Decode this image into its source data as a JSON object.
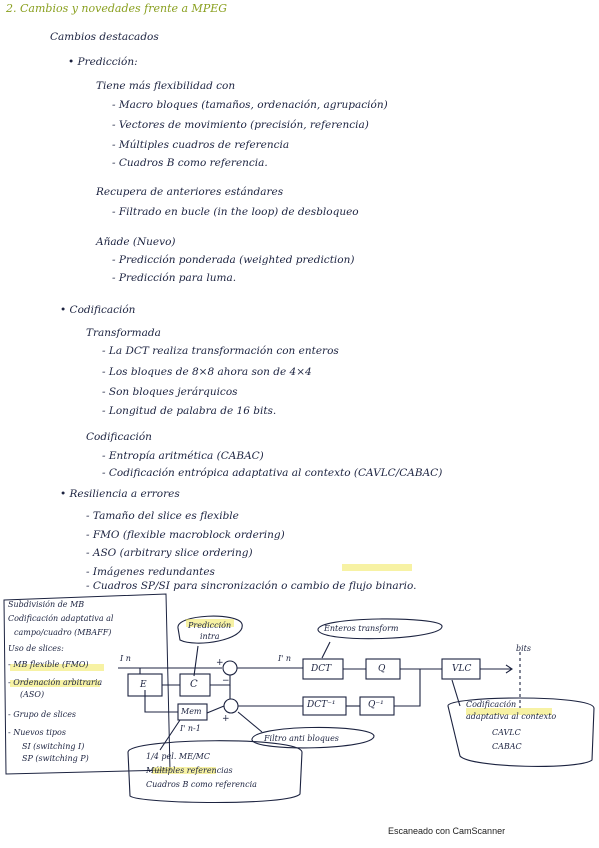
{
  "notes": {
    "title": "2. Cambios y novedades frente a MPEG",
    "subtitle": "Cambios destacados",
    "prediccion": {
      "heading": "Predicción:",
      "intro": "Tiene más flexibilidad con",
      "items": [
        "- Macro bloques (tamaños, ordenación, agrupación)",
        "- Vectores de movimiento (precisión, referencia)",
        "- Múltiples cuadros de referencia",
        "- Cuadros B como referencia."
      ],
      "mejora": "Recupera de anteriores estándares",
      "mejora_items": [
        "- Filtrado en bucle (in the loop) de desbloqueo"
      ],
      "anade": "Añade (Nuevo)",
      "anade_items": [
        "- Predicción ponderada (weighted prediction)",
        "- Predicción para luma."
      ]
    },
    "codificacion": {
      "heading": "Codificación",
      "transformada": "Transformada",
      "transformada_items": [
        "- La DCT realiza transformación con enteros",
        "- Los bloques de 8×8 ahora son de 4×4",
        "- Son bloques jerárquicos",
        "- Longitud de palabra de 16 bits."
      ],
      "codificacion_sub": "Codificación",
      "codificacion_items": [
        "- Entropía aritmética (CABAC)",
        "- Codificación entrópica adaptativa al contexto (CAVLC/CABAC)"
      ]
    },
    "resiliencia": {
      "heading": "Resiliencia a errores",
      "items": [
        "- Tamaño del slice es flexible",
        "- FMO (flexible macroblock ordering)",
        "- ASO (arbitrary slice ordering)",
        "- Imágenes redundantes",
        "- Cuadros SP/SI para sincronización o cambio de flujo binario."
      ]
    }
  },
  "diagram": {
    "left_notes": [
      "Subdivisión de MB",
      "Codificación adaptativa al",
      "campo/cuadro (MBAFF)",
      "Uso de slices:",
      "- MB flexible (FMO)",
      "- Ordenación arbitraria",
      "(ASO)",
      "- Grupo de slices",
      "- Nuevos tipos",
      "SI (switching I)",
      "SP (switching P)"
    ],
    "labels": {
      "in": "I n",
      "in_prime": "I' n",
      "prediccion_intra": [
        "Predicción",
        "intra"
      ],
      "enteros_transform": "Enteros transform",
      "dct": "DCT",
      "q": "Q",
      "vlc": "VLC",
      "bits": "bits",
      "dct_inv": "DCT⁻¹",
      "q_inv": "Q⁻¹",
      "e": "E",
      "c": "C",
      "mem": "Mem",
      "in_1": "I' n-1",
      "plus_top": "+",
      "minus": "−",
      "plus_bottom": "+",
      "filtro": "Filtro anti bloques",
      "mem_notes": [
        "1/4 pel. ME/MC",
        "Múltiples referencias",
        "Cuadros B como referencia"
      ],
      "vlc_notes": [
        "Codificación",
        "adaptativa al contexto",
        "CAVLC",
        "CABAC"
      ]
    }
  },
  "footer": "Escaneado con CamScanner",
  "colors": {
    "ink": "#1c2340",
    "title": "#8aa020",
    "highlight": "#f0e85a"
  }
}
